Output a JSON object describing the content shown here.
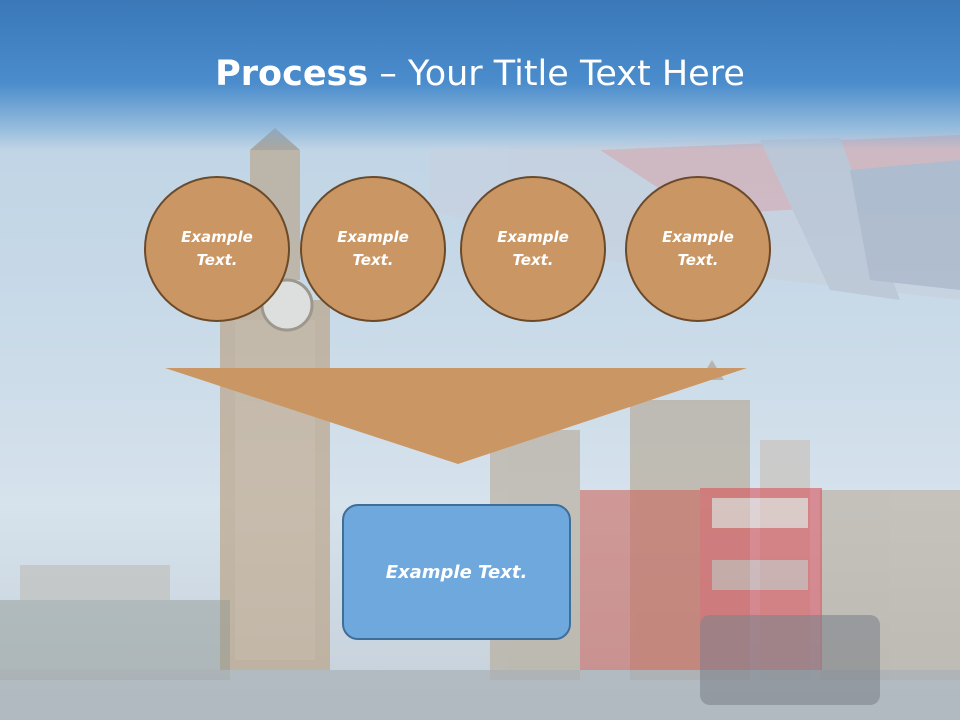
{
  "slide": {
    "title_bold": "Process",
    "title_rest": " – Your Title Text Here",
    "circles": [
      {
        "label": "Example Text."
      },
      {
        "label": "Example Text."
      },
      {
        "label": "Example Text."
      },
      {
        "label": "Example Text."
      }
    ],
    "result_label": "Example Text."
  },
  "colors": {
    "title_bar": "#3a78b8",
    "circle_fill": "#c99664",
    "circle_border": "#6b4a2a",
    "funnel_fill": "#c99664",
    "result_fill": "#6fa8dc",
    "result_border": "#3f6e99"
  },
  "background": {
    "scene": "london-big-ben-bus-photo"
  }
}
